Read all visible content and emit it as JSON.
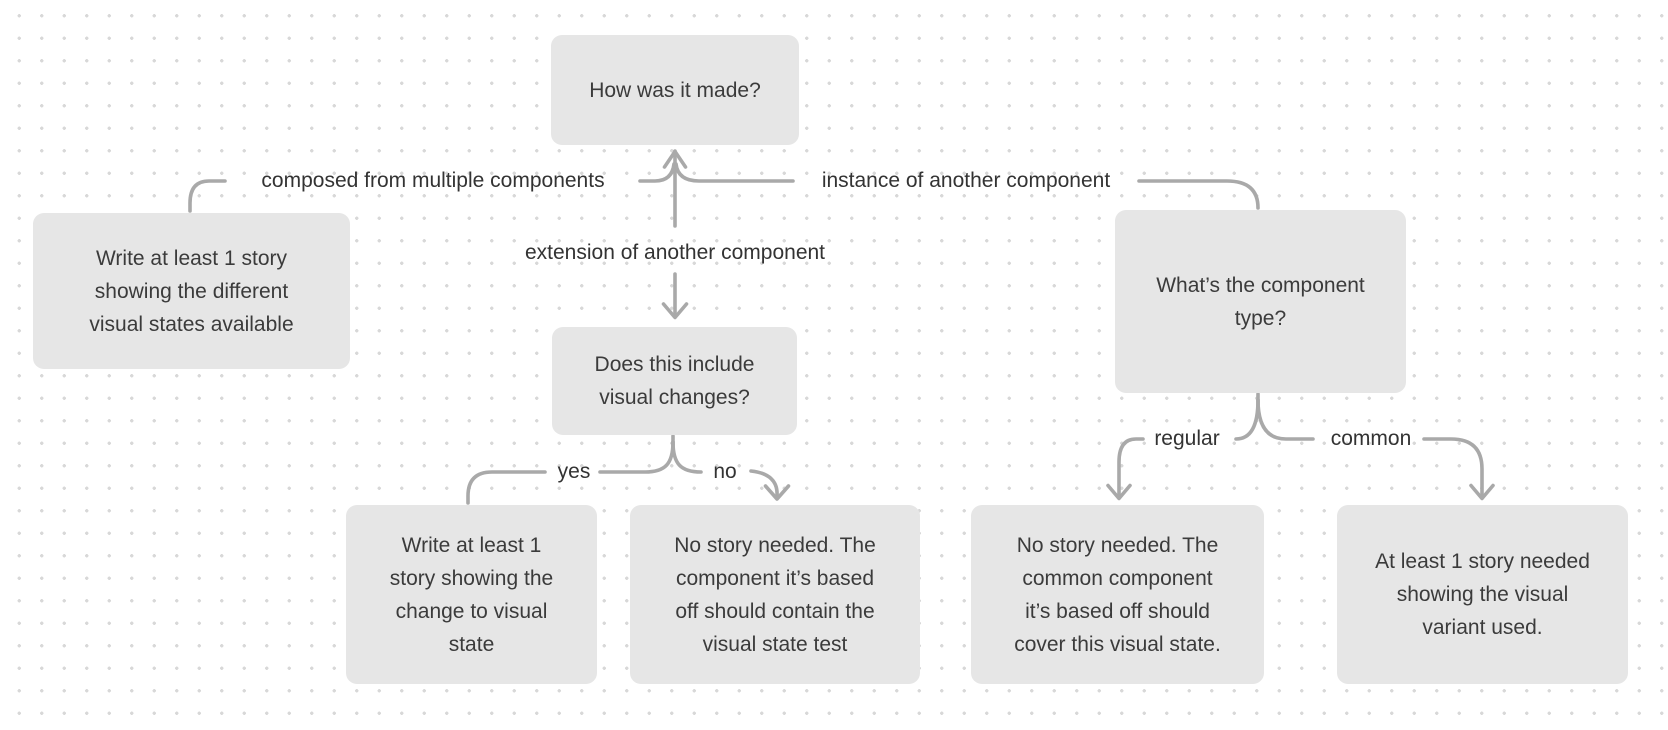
{
  "colors": {
    "node-fill": "#e6e6e6",
    "node-text": "#3b3b3b",
    "label-text": "#333333",
    "connector": "#a9a9a9",
    "dot": "#d8d8d8",
    "canvas-bg": "#ffffff"
  },
  "nodes": {
    "how_made": {
      "text": "How was it made?"
    },
    "write_states": {
      "text": "Write at least 1 story\nshowing the different\nvisual states available"
    },
    "visual_changes": {
      "text": "Does this include\nvisual changes?"
    },
    "component_type": {
      "text": "What’s the component\ntype?"
    },
    "write_change": {
      "text": "Write at least 1\nstory showing the\nchange to visual\nstate"
    },
    "no_story_component": {
      "text": "No story needed. The\ncomponent it’s based\noff should contain the\nvisual state test"
    },
    "no_story_common": {
      "text": "No story needed. The\ncommon component\nit’s based off should\ncover this visual state."
    },
    "one_story_variant": {
      "text": "At least 1 story needed\nshowing the visual\nvariant used."
    }
  },
  "edge_labels": {
    "composed": "composed from multiple components",
    "instance": "instance of another component",
    "extension": "extension of another component",
    "yes": "yes",
    "no": "no",
    "regular": "regular",
    "common": "common"
  }
}
